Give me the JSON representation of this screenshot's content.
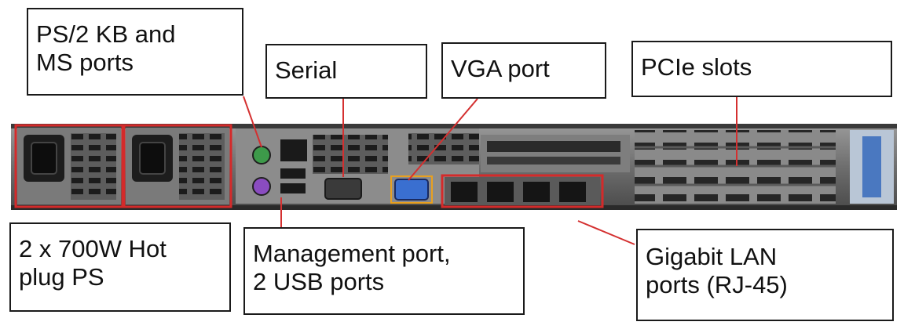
{
  "labels": {
    "ps2": [
      "PS/2 KB and",
      "MS ports"
    ],
    "serial": [
      "Serial"
    ],
    "vga": [
      "VGA port"
    ],
    "pcie": [
      "PCIe slots"
    ],
    "psu": [
      "2 x 700W Hot",
      "plug PS"
    ],
    "mgmt": [
      "Management  port,",
      "2 USB ports"
    ],
    "lan": [
      "Gigabit LAN",
      "ports (RJ-45)"
    ]
  },
  "colors": {
    "callout_line": "#d43030",
    "psu_outline": "#d42a2a",
    "lan_outline": "#d42a2a",
    "vga_outline": "#e8a020",
    "chassis": "#6e6e6e",
    "chassis_dark": "#2b2b2b",
    "ps2_keyboard": "#3d9a4a",
    "ps2_mouse": "#8a4cc0",
    "vga_connector": "#3a6fd0"
  },
  "icons": [
    "power-inlet-icon",
    "ps2-port-icon",
    "usb-port-icon",
    "serial-port-icon",
    "vga-port-icon",
    "rj45-port-icon"
  ]
}
